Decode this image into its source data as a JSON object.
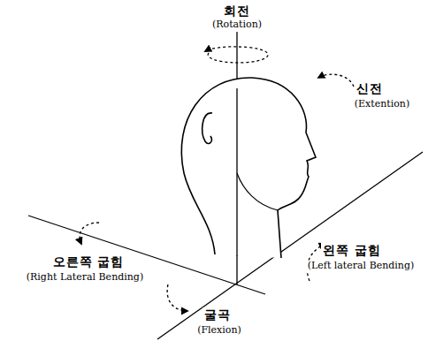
{
  "diagram": {
    "labels": [
      "회전",
      "(Rotation)",
      "신전",
      "(Extention)",
      "오른쪽 굽힘",
      "(Right Lateral Bending)",
      "왼쪽 굽힘",
      "(Left lateral Bending)",
      "굴곡",
      "(Flexion)"
    ]
  }
}
